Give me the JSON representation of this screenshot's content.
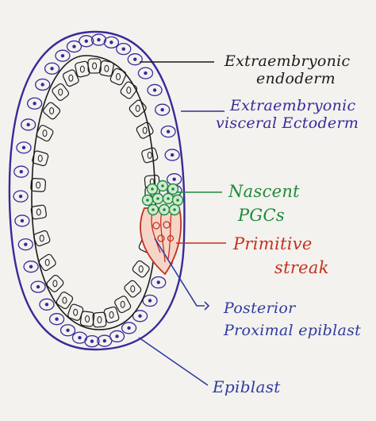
{
  "labels": {
    "extraembryonic_endoderm": {
      "line1": "Extraembryonic",
      "line2": "endoderm"
    },
    "extraembryonic_visceral_ectoderm": {
      "line1": "Extraembryonic",
      "line2": "visceral Ectoderm"
    },
    "nascent_pgcs": {
      "line1": "Nascent",
      "line2": "PGCs"
    },
    "primitive_streak": {
      "line1": "Primitive",
      "line2": "streak"
    },
    "posterior_proximal_epiblast": {
      "line1": "Posterior",
      "line2": "Proximal epiblast"
    },
    "epiblast": {
      "line1": "Epiblast"
    }
  },
  "colors": {
    "paper": "#f3f2ee",
    "ink_black": "#1b1b1b",
    "ink_purple": "#3a2a9a",
    "ink_green": "#1f8a3a",
    "ink_red": "#c4321e",
    "ink_blue": "#2f3b9e"
  }
}
